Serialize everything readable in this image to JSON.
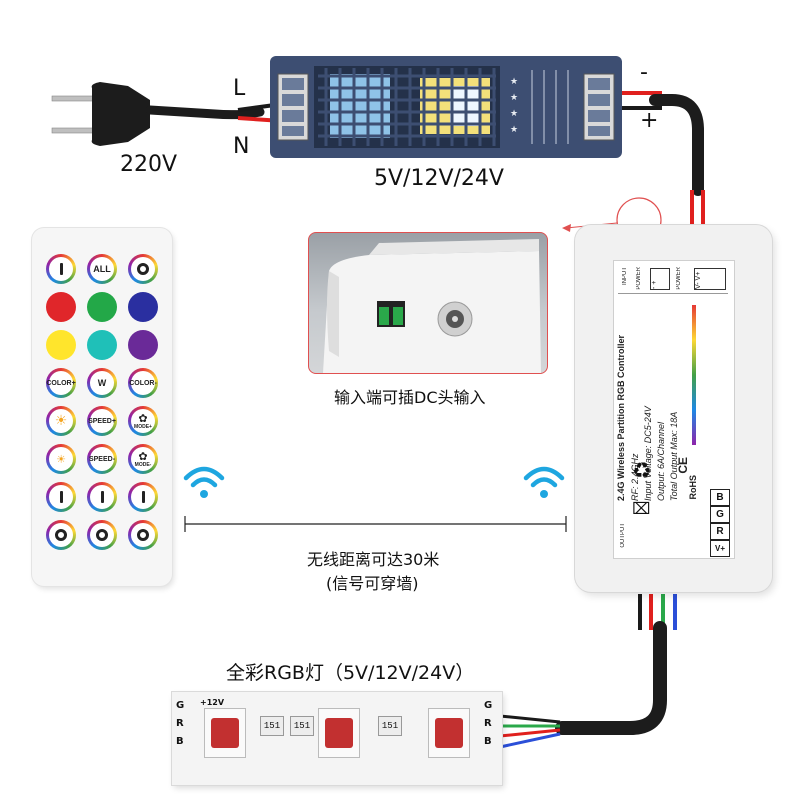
{
  "power_input": {
    "voltage_label": "220V",
    "live_label": "L",
    "neutral_label": "N"
  },
  "power_supply": {
    "output_voltage_label": "5V/12V/24V",
    "negative_label": "-",
    "positive_label": "+"
  },
  "inset": {
    "caption": "输入端可插DC头输入"
  },
  "controller": {
    "input_label": "INPUT",
    "power_label": "POWER",
    "power_pins_input": "-  +",
    "power_pins": "V-  V+",
    "title": "2.4G Wireless Partition RGB Controller",
    "rf": "RF: 2.4GHz",
    "input_voltage": "Input Voltage: DC5-24V",
    "output": "Output: 6A/Channel",
    "total_output": "Total Output Max: 18A",
    "output_label": "OUTPUT",
    "ce_label": "CE",
    "rohs_label": "RoHS",
    "pins": [
      "B",
      "G",
      "R",
      "V+"
    ]
  },
  "wireless": {
    "distance": "无线距离可达30米",
    "note": "(信号可穿墙)"
  },
  "remote": {
    "buttons": {
      "all": "ALL",
      "color_plus": "COLOR+",
      "w": "W",
      "color_minus": "COLOR-",
      "speed_plus": "SPEED+",
      "speed_minus": "SPEED-",
      "mode_plus": "MODE+",
      "mode_minus": "MODE-"
    },
    "colors": {
      "red": "#e0262a",
      "green": "#23a848",
      "blue": "#2a2fa0",
      "yellow": "#ffe52c",
      "cyan": "#1fc0b8",
      "purple": "#6a2a98"
    }
  },
  "led_strip": {
    "title": "全彩RGB灯（5V/12V/24V）",
    "plus_label": "+12V",
    "pins_left": [
      "G",
      "R",
      "B"
    ],
    "resistor_label": "151"
  },
  "colors": {
    "wifi": "#1ea6e0",
    "wire_red": "#e0201e",
    "wire_black": "#1a1a1a",
    "wire_green": "#2aa84a",
    "wire_blue": "#2b4fd8",
    "psu_body": "#3d4e72",
    "callout": "#e05050"
  }
}
